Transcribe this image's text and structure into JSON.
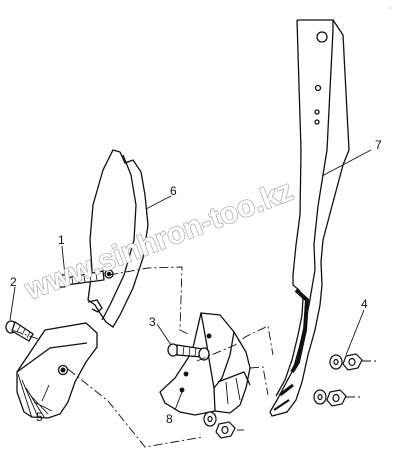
{
  "labels": {
    "p1": "1",
    "p2": "2",
    "p3": "3",
    "p4": "4",
    "p5": "5",
    "p6": "6",
    "p7": "7",
    "p8": "8"
  },
  "watermark": "www.sinhron-too.kz",
  "corner_mark": "○",
  "colors": {
    "line": "#111111",
    "watermark_stroke": "#9a9a9a"
  }
}
